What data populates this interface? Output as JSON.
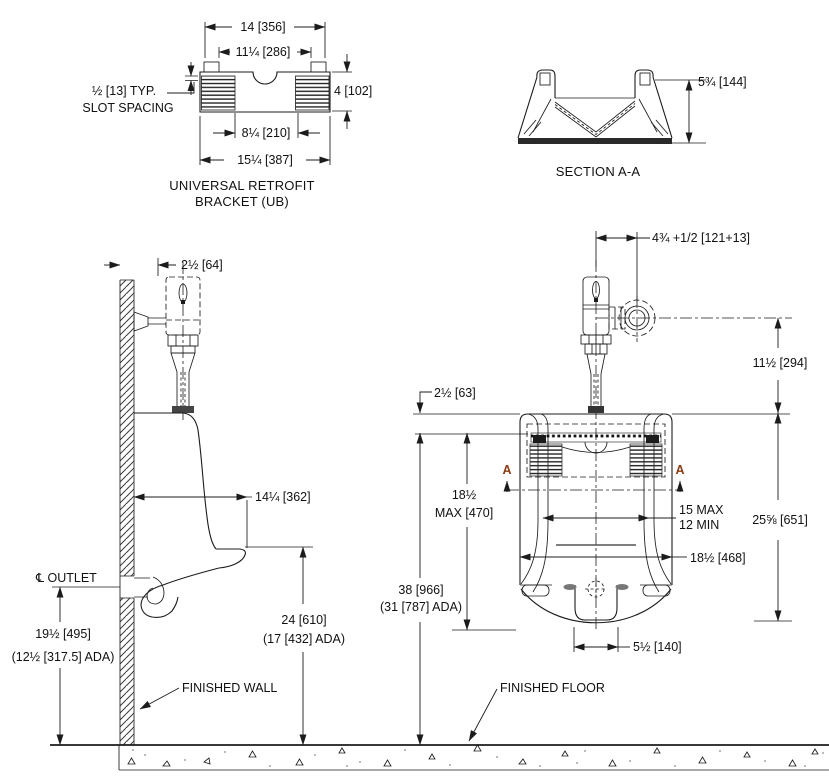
{
  "bracket": {
    "dim_width_top": "14 [356]",
    "dim_width_inner": "11¼ [286]",
    "dim_height": "4 [102]",
    "dim_slot_inner": "8¼ [210]",
    "dim_width_overall": "15¼ [387]",
    "slot_note_line1": "½ [13] TYP.",
    "slot_note_line2": "SLOT SPACING",
    "caption_line1": "UNIVERSAL RETROFIT",
    "caption_line2": "BRACKET (UB)"
  },
  "section": {
    "dim_height": "5¾ [144]",
    "caption": "SECTION A-A"
  },
  "side": {
    "dim_valve_offset": "2½ [64]",
    "dim_depth": "14¼ [362]",
    "outlet_label": "℄ OUTLET",
    "dim_outlet_height_line1": "19½ [495]",
    "dim_outlet_height_line2": "(12½ [317.5] ADA)",
    "dim_rim_height_line1": "24 [610]",
    "dim_rim_height_line2": "(17 [432] ADA)",
    "wall_label": "FINISHED WALL"
  },
  "front": {
    "dim_supply_offset": "4¾ +1/2 [121+13]",
    "dim_supply_height": "11½ [294]",
    "dim_top_to_hanger": "2½ [63]",
    "dim_hanger_line1": "18½",
    "dim_hanger_line2": "MAX [470]",
    "dim_carrier_line1": "15 MAX",
    "dim_carrier_line2": "12 MIN",
    "dim_overall_height": "25⅝ [651]",
    "dim_overall_width": "18½ [468]",
    "dim_height_line1": "38 [966]",
    "dim_height_line2": "(31 [787] ADA)",
    "dim_outlet_width": "5½ [140]",
    "floor_label": "FINISHED FLOOR",
    "section_marker": "A"
  },
  "colors": {
    "ink": "#1c1c1c",
    "section_marker": "#8a3b12",
    "background": "#ffffff"
  }
}
